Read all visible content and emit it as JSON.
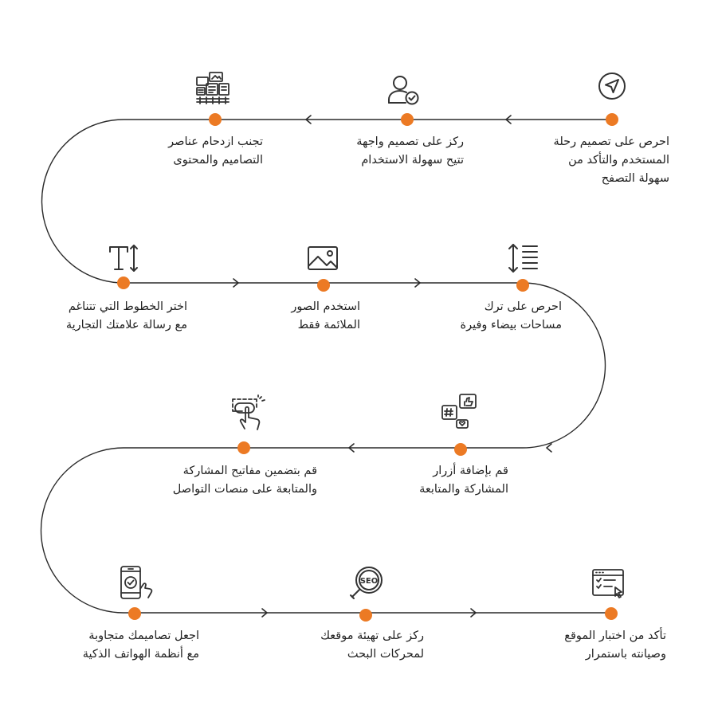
{
  "colors": {
    "accent": "#ec7a24",
    "line": "#2a2a2a",
    "text": "#222222",
    "icon": "#333333"
  },
  "steps": [
    {
      "icon": "navigation-arrow-icon",
      "lines": [
        "احرص على تصميم رحلة",
        "المستخدم والتأكد من",
        "سهولة التصفح"
      ]
    },
    {
      "icon": "user-check-icon",
      "lines": [
        "ركز على تصميم واجهة",
        "تتيح سهولة الاستخدام"
      ]
    },
    {
      "icon": "crowded-content-icon",
      "lines": [
        "تجنب ازدحام عناصر",
        "التصاميم والمحتوى"
      ]
    },
    {
      "icon": "line-spacing-icon",
      "lines": [
        "احرص على ترك",
        "مساحات بيضاء وفيرة"
      ]
    },
    {
      "icon": "image-icon",
      "lines": [
        "استخدم الصور",
        "الملائمة فقط"
      ]
    },
    {
      "icon": "font-size-icon",
      "lines": [
        "اختر الخطوط التي تتناغم",
        "مع رسالة علامتك التجارية"
      ]
    },
    {
      "icon": "social-share-icon",
      "lines": [
        "قم بإضافة أزرار",
        "المشاركة والمتابعة"
      ]
    },
    {
      "icon": "click-button-icon",
      "lines": [
        "قم بتضمين مفاتيح المشاركة",
        "والمتابعة على منصات التواصل"
      ]
    },
    {
      "icon": "website-test-icon",
      "lines": [
        "تأكد من اختبار الموقع",
        "وصيانته باستمرار"
      ]
    },
    {
      "icon": "seo-search-icon",
      "lines": [
        "ركز على تهيئة موقعك",
        "لمحركات البحث"
      ]
    },
    {
      "icon": "mobile-responsive-icon",
      "lines": [
        "اجعل تصاميمك متجاوبة",
        "مع أنظمة الهواتف الذكية"
      ]
    }
  ]
}
